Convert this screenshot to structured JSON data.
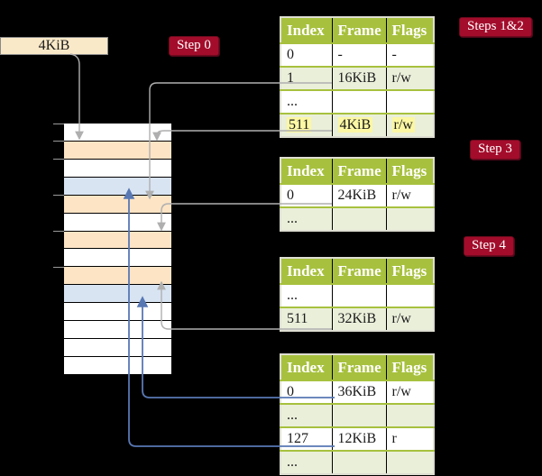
{
  "legend": {
    "frame_size_label": "4KiB"
  },
  "steps": {
    "step0": "Step 0",
    "steps12": "Steps 1&2",
    "step3": "Step 3",
    "step4": "Step 4"
  },
  "tables": [
    {
      "id": "page-table-steps-1-2",
      "headers": [
        "Index",
        "Frame",
        "Flags"
      ],
      "rows": [
        {
          "cells": [
            "0",
            "-",
            "-"
          ],
          "highlighted": false
        },
        {
          "cells": [
            "1",
            "16KiB",
            "r/w"
          ],
          "highlighted": false
        },
        {
          "cells": [
            "...",
            "",
            ""
          ],
          "highlighted": false
        },
        {
          "cells": [
            "511",
            "4KiB",
            "r/w"
          ],
          "highlighted": true
        }
      ]
    },
    {
      "id": "page-table-step-3",
      "headers": [
        "Index",
        "Frame",
        "Flags"
      ],
      "rows": [
        {
          "cells": [
            "0",
            "24KiB",
            "r/w"
          ],
          "highlighted": false
        },
        {
          "cells": [
            "...",
            "",
            ""
          ],
          "highlighted": false
        }
      ]
    },
    {
      "id": "page-table-step-4",
      "headers": [
        "Index",
        "Frame",
        "Flags"
      ],
      "rows": [
        {
          "cells": [
            "...",
            "",
            ""
          ],
          "highlighted": false
        },
        {
          "cells": [
            "511",
            "32KiB",
            "r/w"
          ],
          "highlighted": false
        }
      ]
    },
    {
      "id": "page-table-final",
      "headers": [
        "Index",
        "Frame",
        "Flags"
      ],
      "rows": [
        {
          "cells": [
            "0",
            "36KiB",
            "r/w"
          ],
          "highlighted": false
        },
        {
          "cells": [
            "...",
            "",
            ""
          ],
          "highlighted": false
        },
        {
          "cells": [
            "127",
            "12KiB",
            "r"
          ],
          "highlighted": false
        },
        {
          "cells": [
            "...",
            "",
            ""
          ],
          "highlighted": false
        }
      ]
    }
  ],
  "memory": {
    "rows": [
      {
        "type": "free"
      },
      {
        "type": "page-table"
      },
      {
        "type": "free"
      },
      {
        "type": "data-page"
      },
      {
        "type": "page-table"
      },
      {
        "type": "free"
      },
      {
        "type": "page-table"
      },
      {
        "type": "free"
      },
      {
        "type": "page-table"
      },
      {
        "type": "data-page"
      },
      {
        "type": "free"
      },
      {
        "type": "free"
      },
      {
        "type": "free"
      },
      {
        "type": "free"
      }
    ]
  },
  "connectors": [
    {
      "from": "size-label-4KiB",
      "to": "frame-at-4KiB",
      "color": "gray"
    },
    {
      "from": "table-steps-1-2-entry-1",
      "to": "frame-at-16KiB",
      "color": "gray"
    },
    {
      "from": "table-steps-1-2-entry-511",
      "to": "frame-at-4KiB",
      "color": "gray"
    },
    {
      "from": "table-step-3-entry-0",
      "to": "frame-at-24KiB",
      "color": "gray"
    },
    {
      "from": "table-step-4-entry-511",
      "to": "frame-at-32KiB",
      "color": "gray"
    },
    {
      "from": "table-final-entry-0",
      "to": "frame-at-36KiB",
      "color": "blue"
    },
    {
      "from": "table-final-entry-127",
      "to": "frame-at-12KiB",
      "color": "blue"
    }
  ],
  "colors": {
    "background": "#000000",
    "table_header_green": "#A7C13E",
    "table_row_green": "#EAEFDA",
    "step_label_crimson": "#A30C2B",
    "page_table_frame_peach": "#FCE4C5",
    "data_page_frame_blue": "#D8E4F2",
    "size_box_wheat": "#FAE9C8",
    "highlight_yellow": "#FBF7A3",
    "arrow_gray": "#AFAFAF",
    "arrow_blue": "#5878B4"
  }
}
